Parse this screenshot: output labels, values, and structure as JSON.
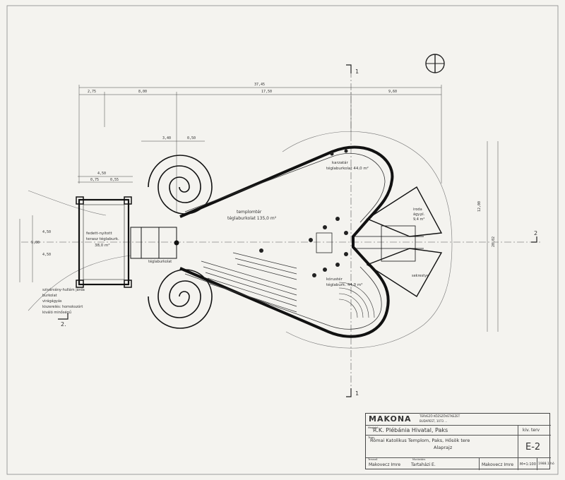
{
  "sheet": {
    "compass_symbol": "north-arrow-icon",
    "section_marks": {
      "top": "1",
      "bottom": "1",
      "left": "2.",
      "right": "2"
    },
    "overall_dimension": "37,45",
    "top_dimensions": [
      "2,75",
      "8,00",
      "17,50",
      "9,60"
    ],
    "mid_dimensions": [
      "3,40",
      "0,50"
    ],
    "porch_dimensions": [
      "4,50",
      "0,75",
      "0,55"
    ],
    "right_dimensions": [
      "12,00",
      "20,02"
    ],
    "left_dimensions": [
      "4,50",
      "9,00",
      "4,50"
    ],
    "rooms": {
      "porch": "fedett-nyitott terasz, téglaburk. 38,0 m²",
      "porch_line1": "fedett-nyitott",
      "porch_line2": "terasz téglaburk.",
      "porch_line3": "38,0 m²",
      "nave_line1": "templomtér",
      "nave_line2": "téglaburkolat 135,0 m²",
      "upper_chapel_line1": "karzatár",
      "upper_chapel_line2": "téglaburkolat 44,0 m²",
      "lower_chapel_line1": "kórustér",
      "lower_chapel_line2": "téglaburk. 44,0 m²",
      "sacristy_line1": "iroda",
      "sacristy_line2": "ágy.pl.",
      "sacristy_line3": "9,4 m²",
      "side_room": "sekrestye",
      "entrance": "téglaburkolat",
      "garden_note1": "szivárvány-hullám járda",
      "garden_note2": "burkolat",
      "garden_note3": "virágágyás",
      "garden_note4": "kiszerelés: homokszórt",
      "garden_note5": "kiváló minőségű"
    }
  },
  "titleblock": {
    "company": "MAKONA",
    "company_sub1": "TERVEZŐ KÖZSZÖVETKEZET",
    "company_sub2": "BUDAPEST, 1073 ...",
    "client_label": "Megbízó",
    "client": "R.K. Plébánia Hivatal, Paks",
    "project_label": "Tárgy",
    "project": "Római Katolikus Templom, Paks, Hősök tere",
    "drawing": "Alaprajz",
    "phase": "kiv. terv",
    "sheet_no": "E-2",
    "designer_label": "Tervező",
    "designer": "Makovecz Imre",
    "checked_label": "Munkatárs",
    "checked": "Tartaházi E.",
    "approved": "Makovecz Imre",
    "scale": "M=1:100",
    "date": "1988.1.hó"
  }
}
